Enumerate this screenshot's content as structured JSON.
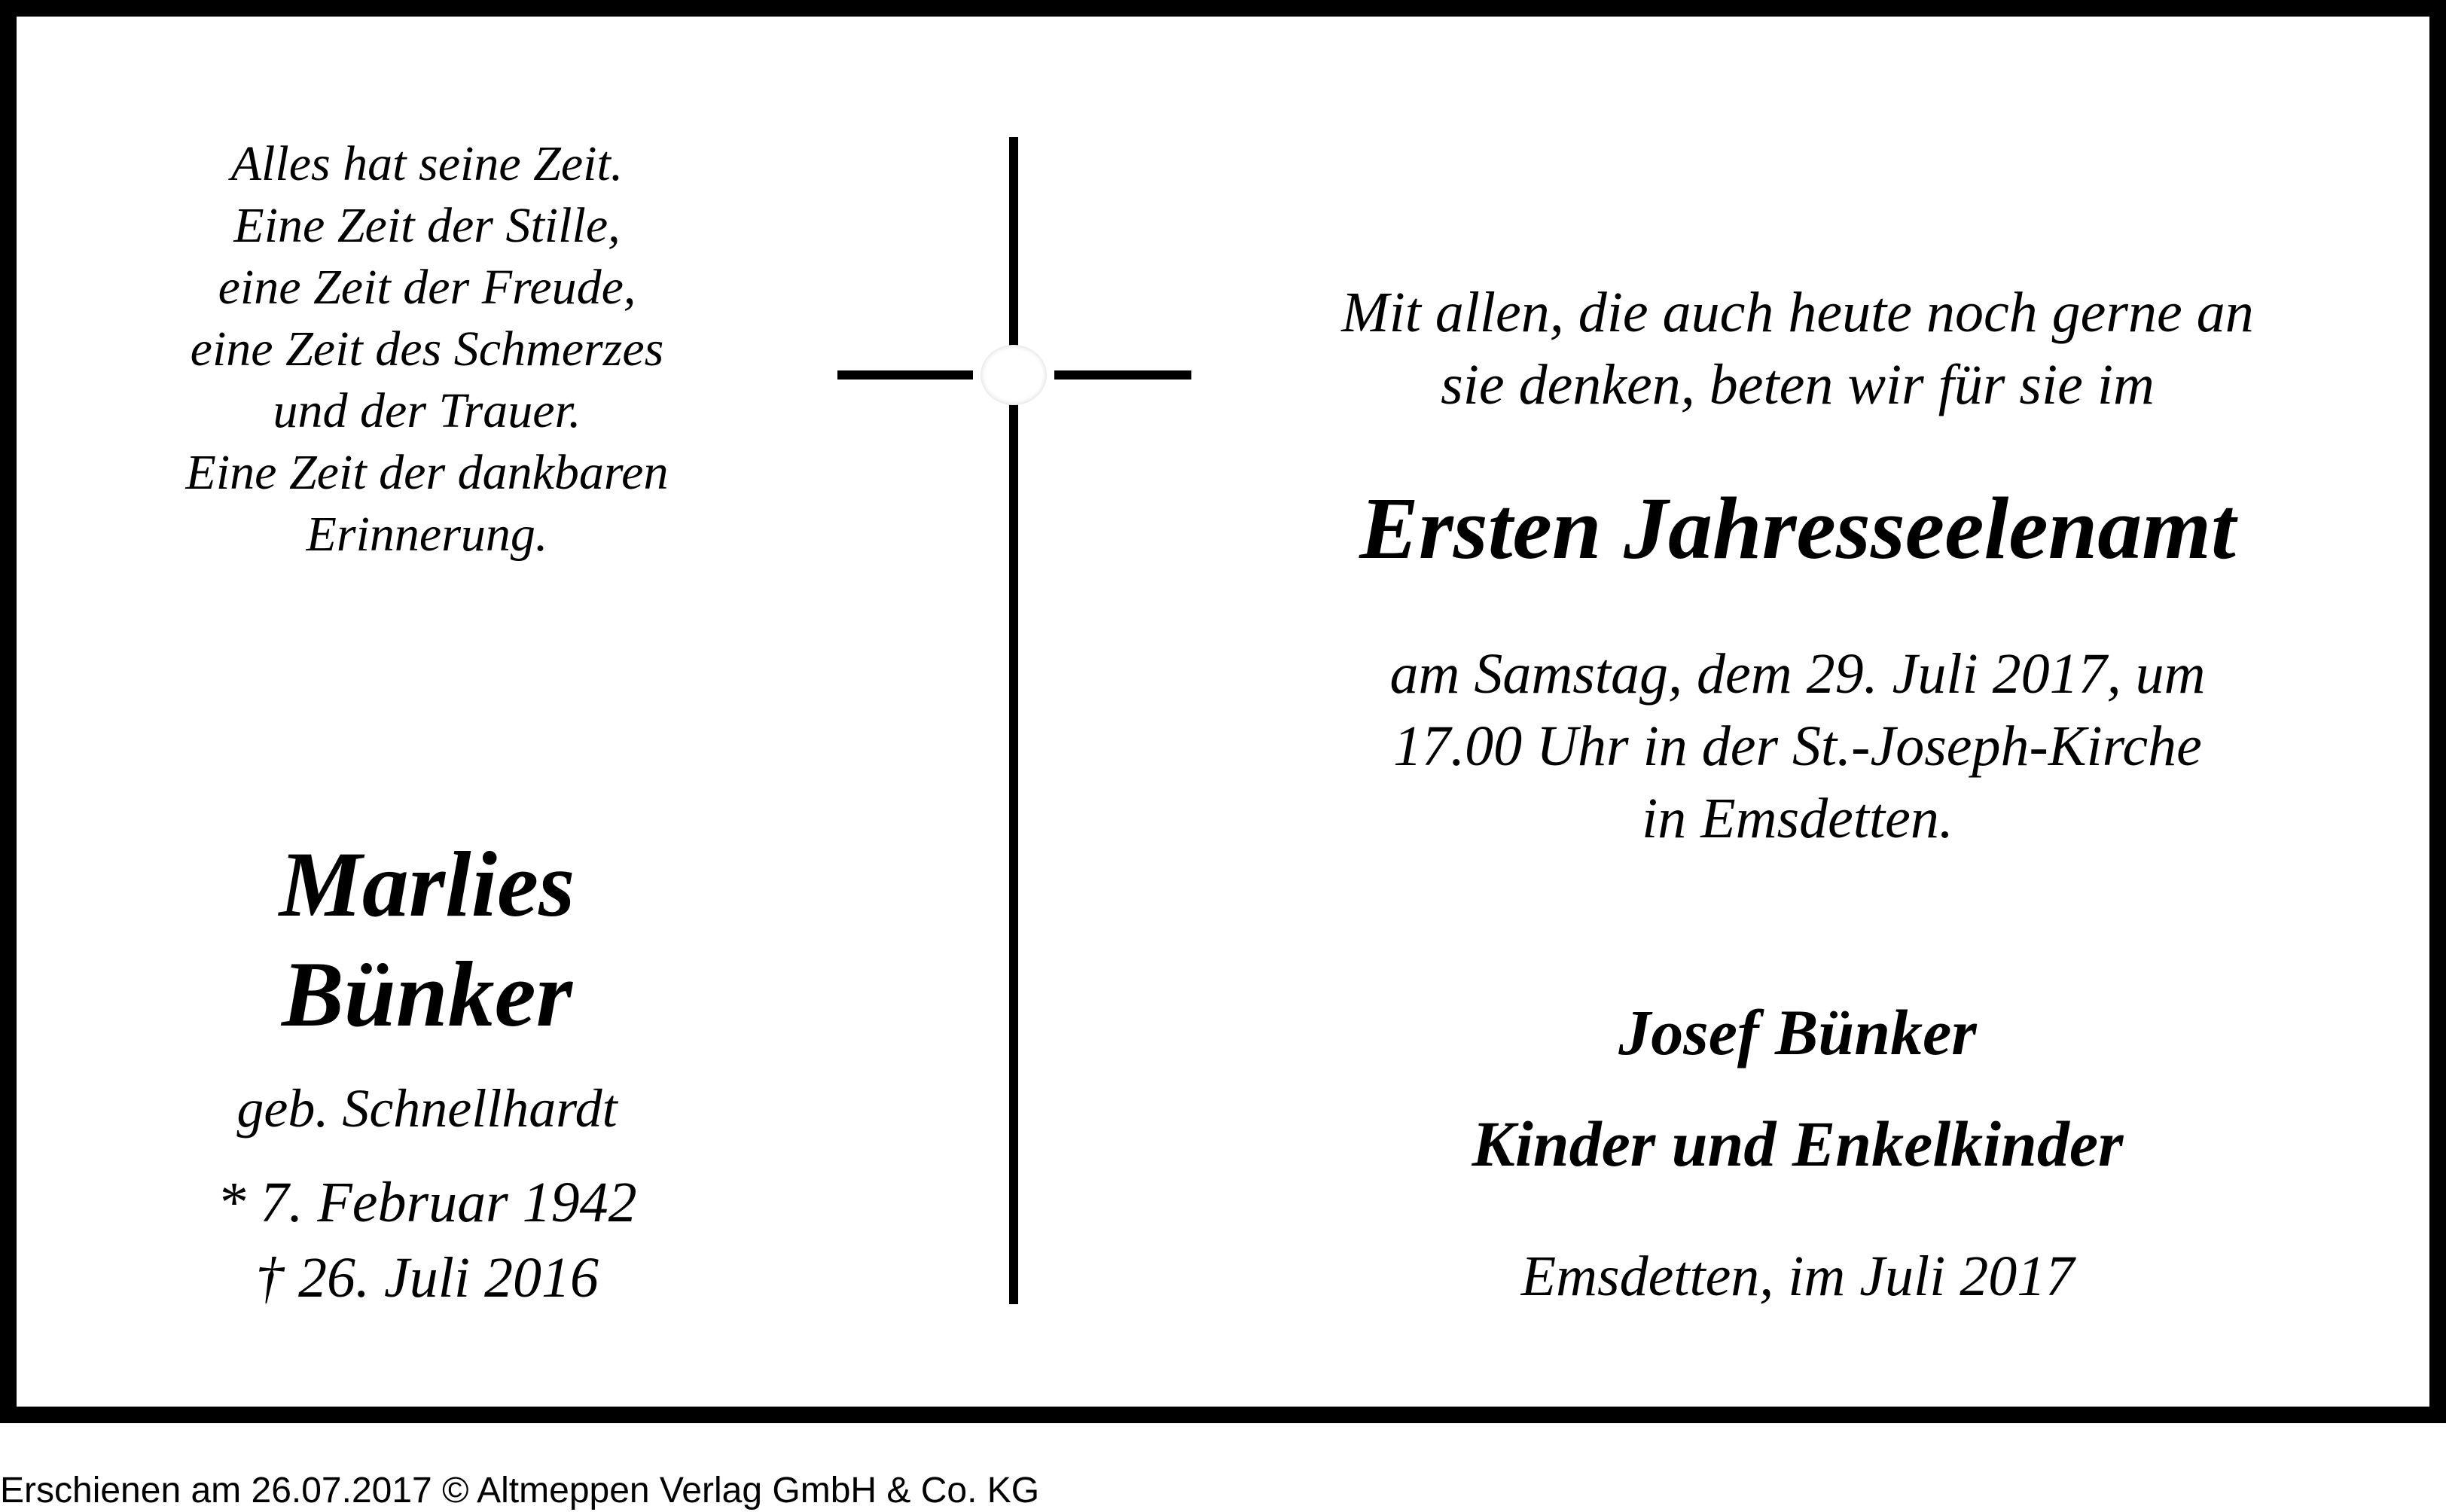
{
  "poem": {
    "lines": [
      "Alles hat seine Zeit.",
      "Eine Zeit der Stille,",
      "eine Zeit der Freude,",
      "eine Zeit des Schmerzes",
      "und der Trauer.",
      "Eine Zeit der dankbaren",
      "Erinnerung."
    ]
  },
  "deceased": {
    "first_name": "Marlies",
    "last_name": "Bünker",
    "maiden_name": "geb. Schnellhardt",
    "born": "*  7. Februar 1942",
    "died": "† 26. Juli 2016"
  },
  "intro": {
    "lines": [
      "Mit allen, die auch heute noch gerne an",
      "sie denken, beten wir für sie im"
    ]
  },
  "headline": "Ersten Jahresseelenamt",
  "service": {
    "lines": [
      "am Samstag, dem 29. Juli 2017, um",
      "17.00 Uhr in der St.-Joseph-Kirche",
      "in Emsdetten."
    ]
  },
  "mourners": {
    "lines": [
      "Josef Bünker",
      "Kinder und Enkelkinder"
    ]
  },
  "place_date": "Emsdetten, im Juli 2017",
  "footer": "Erschienen am 26.07.2017 © Altmeppen Verlag GmbH & Co. KG",
  "colors": {
    "text": "#000000",
    "background": "#ffffff",
    "border": "#000000"
  },
  "icons": {
    "cross": "cross-icon"
  }
}
